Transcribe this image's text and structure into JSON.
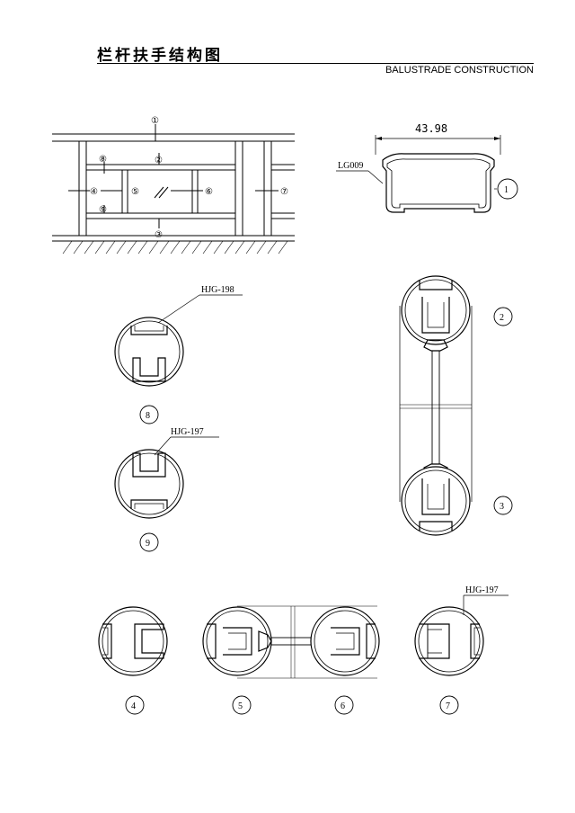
{
  "header": {
    "title_cn": "栏杆扶手结构图",
    "title_en": "BALUSTRADE CONSTRUCTION"
  },
  "elevation": {
    "callouts": [
      "①",
      "②",
      "③",
      "④",
      "⑤",
      "⑥",
      "⑦",
      "⑧",
      "⑨"
    ]
  },
  "handrail": {
    "dimension": "43.98",
    "profile_code": "LG009",
    "detail_number": "1"
  },
  "sections": {
    "s8": {
      "code": "HJG-198",
      "number": "8"
    },
    "s9": {
      "code": "HJG-197",
      "number": "9"
    },
    "s2": {
      "number": "2"
    },
    "s3": {
      "number": "3"
    },
    "s4": {
      "number": "4"
    },
    "s5": {
      "number": "5"
    },
    "s6": {
      "number": "6"
    },
    "s7": {
      "code": "HJG-197",
      "number": "7"
    }
  },
  "colors": {
    "ink": "#000000",
    "paper": "#ffffff"
  }
}
